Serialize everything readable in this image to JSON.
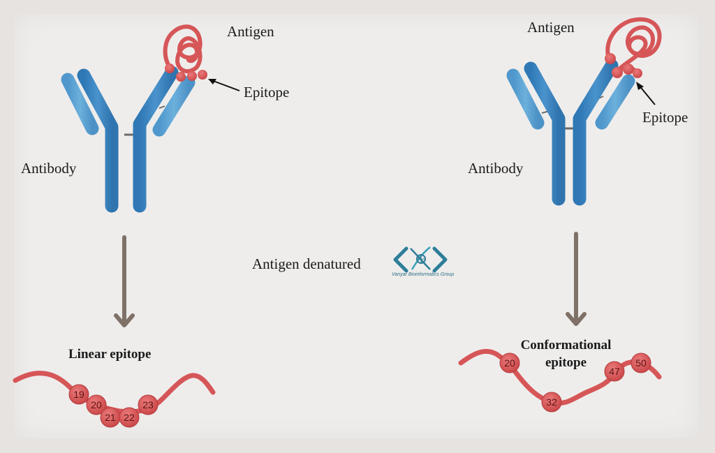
{
  "left": {
    "antigen_label": "Antigen",
    "epitope_label": "Epitope",
    "antibody_label": "Antibody",
    "result_label": "Linear epitope",
    "bead_numbers": [
      "19",
      "20",
      "21",
      "22",
      "23"
    ]
  },
  "right": {
    "antigen_label": "Antigen",
    "epitope_label": "Epitope",
    "antibody_label": "Antibody",
    "result_label_line1": "Conformational",
    "result_label_line2": "epitope",
    "bead_numbers": [
      "20",
      "32",
      "47",
      "50"
    ]
  },
  "center": {
    "process_label": "Antigen denatured",
    "logo_caption": "Vanyar Bioinformatics Group",
    "logo_icon": "dna-code-brackets-icon"
  },
  "colors": {
    "antibody_blue": "#3a86c0",
    "antibody_light": "#5aa3d4",
    "antigen_red": "#d9585a",
    "arrow_brown": "#7f7168",
    "logo_teal": "#2e7d98"
  }
}
